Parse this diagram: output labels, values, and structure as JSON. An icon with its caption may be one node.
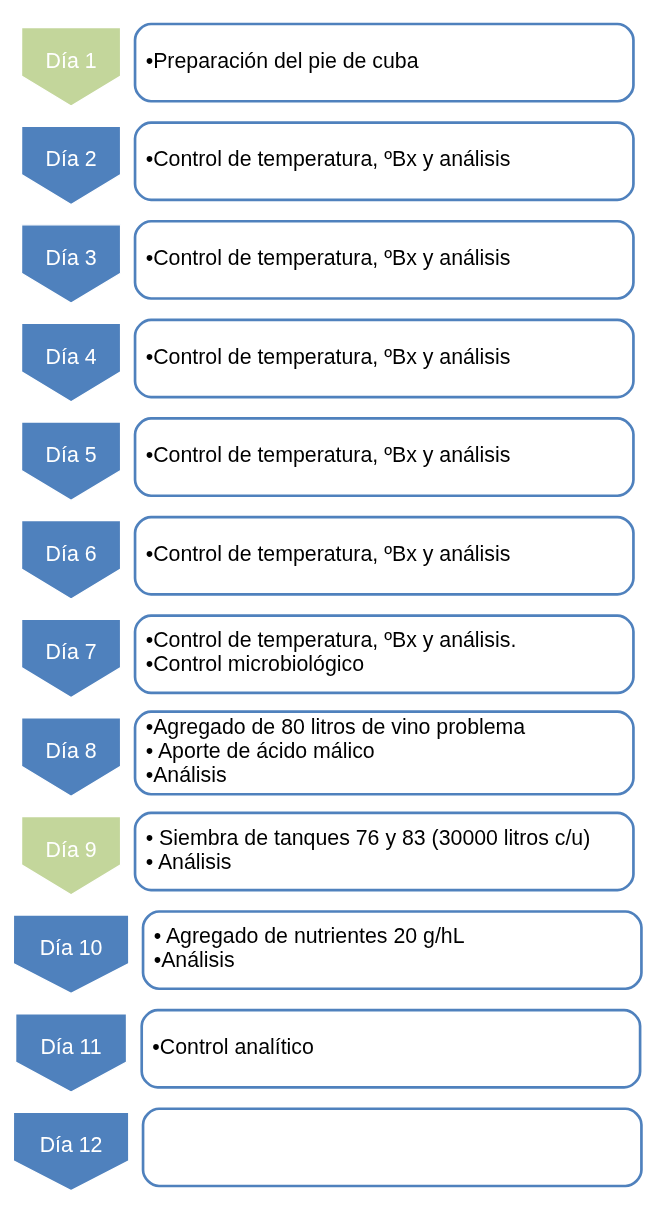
{
  "diagram": {
    "nodes": [
      {
        "text": [
          "Día 1"
        ]
      },
      {
        "text": [
          "•Preparación del pie de cuba"
        ]
      },
      {
        "text": [
          "Día 2"
        ]
      },
      {
        "text": [
          "•Control de temperatura, ºBx y análisis"
        ]
      },
      {
        "text": [
          "Día 3"
        ]
      },
      {
        "text": [
          "•Control de temperatura, ºBx y análisis"
        ]
      },
      {
        "text": [
          "Día 4"
        ]
      },
      {
        "text": [
          "•Control de temperatura, ºBx y análisis"
        ]
      },
      {
        "text": [
          "Día 5"
        ]
      },
      {
        "text": [
          "•Control de temperatura, ºBx y análisis"
        ]
      },
      {
        "text": [
          "Día 6"
        ]
      },
      {
        "text": [
          "•Control de temperatura, ºBx y análisis"
        ]
      },
      {
        "text": [
          "Día 7"
        ]
      },
      {
        "text": [
          "•Control de temperatura, ºBx y análisis.",
          "•Control microbiológico"
        ]
      },
      {
        "text": [
          "Día 8"
        ]
      },
      {
        "text": [
          "•Agregado de 80 litros de vino problema",
          "• Aporte de ácido málico",
          "•Análisis"
        ]
      },
      {
        "text": [
          "Día 9"
        ]
      },
      {
        "text": [
          "• Siembra de tanques 76 y 83 (30000 litros c/u)",
          "• Análisis"
        ]
      },
      {
        "text": [
          "Día 10"
        ]
      },
      {
        "text": [
          "• Agregado de nutrientes 20 g/hL",
          "•Análisis"
        ]
      },
      {
        "text": [
          "Día 11"
        ]
      },
      {
        "text": [
          "•Control analítico"
        ]
      },
      {
        "text": [
          "Día 12"
        ]
      },
      {
        "text": [],
        "shape": "box"
      }
    ],
    "edges": []
  }
}
